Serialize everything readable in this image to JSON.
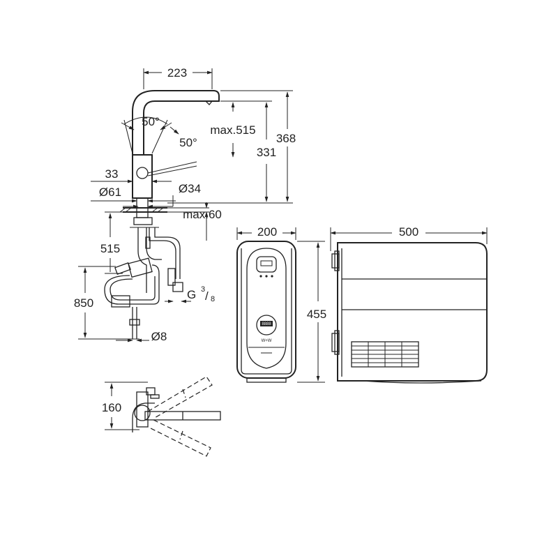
{
  "dimensions": {
    "spout_reach": "223",
    "swivel_angle_top": "50°",
    "swivel_angle_side": "50°",
    "max_pullout": "max.515",
    "spout_height": "331",
    "total_height": "368",
    "handle_offset": "33",
    "base_diameter": "Ø61",
    "hole_diameter": "Ø34",
    "max_deck_thickness": "max.60",
    "hose_length": "515",
    "total_hose_length": "850",
    "connection_thread_prefix": "G",
    "connection_thread_num": "3",
    "connection_thread_den": "8",
    "pipe_diameter": "Ø8",
    "projection": "160",
    "boiler_width": "200",
    "boiler_height": "455",
    "boiler_depth": "500"
  },
  "boiler_display": {
    "button_top": "8888",
    "button_bottom": "W+W"
  },
  "colors": {
    "line": "#222222",
    "background": "#ffffff"
  }
}
